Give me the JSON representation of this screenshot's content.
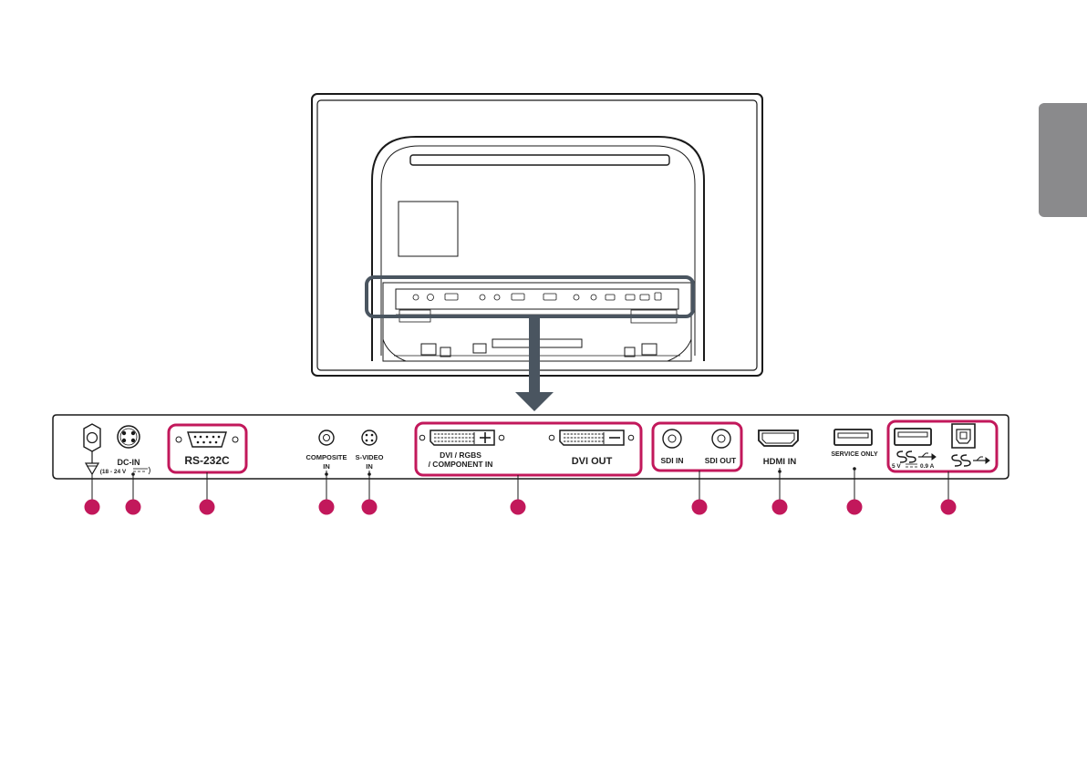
{
  "callouts": {
    "color": "#c2185b",
    "count": 10
  },
  "labels": {
    "dc_in": "DC-IN",
    "dc_in_range": "(18 - 24 V",
    "rs232c": "RS-232C",
    "composite": "COMPOSITE",
    "composite_in": "IN",
    "svideo": "S-VIDEO",
    "svideo_in": "IN",
    "dvi_rgbs": "DVI / RGBS",
    "component_in": "/ COMPONENT IN",
    "dvi_out": "DVI OUT",
    "sdi_in": "SDI IN",
    "sdi_out": "SDI OUT",
    "hdmi_in": "HDMI IN",
    "service_only": "SERVICE ONLY",
    "usb_power_v": "5 V",
    "usb_power_a": "0.9 A"
  },
  "icons": {
    "ground": "ground-icon",
    "usb_superspeed": "usb-superspeed-icon"
  },
  "colors": {
    "highlight": "#c2185b",
    "frame": "#4a5560",
    "arrow": "#4a5560",
    "tab": "#8a8a8c"
  }
}
